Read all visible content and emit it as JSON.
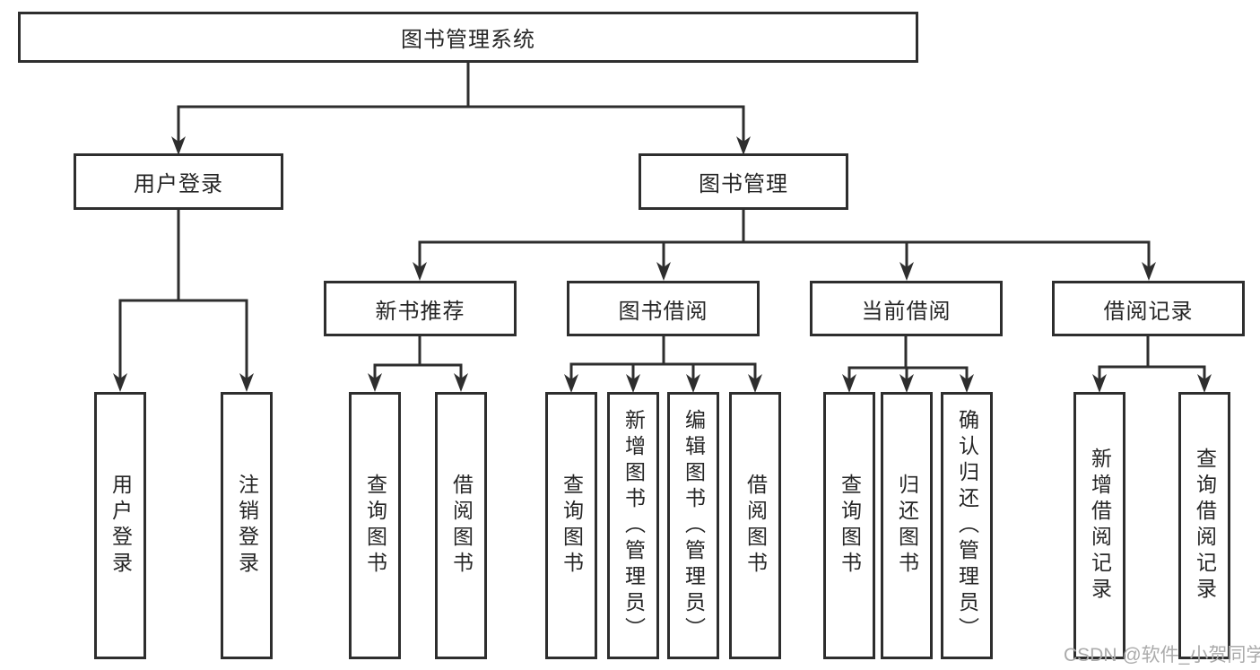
{
  "root": {
    "label": "图书管理系统"
  },
  "level2": [
    {
      "label": "用户登录"
    },
    {
      "label": "图书管理"
    }
  ],
  "level3": [
    {
      "label": "新书推荐"
    },
    {
      "label": "图书借阅"
    },
    {
      "label": "当前借阅"
    },
    {
      "label": "借阅记录"
    }
  ],
  "leaves": {
    "user_login": [
      {
        "label": "用户登录"
      },
      {
        "label": "注销登录"
      }
    ],
    "new_book_recommend": [
      {
        "label": "查询图书"
      },
      {
        "label": "借阅图书"
      }
    ],
    "book_borrow": [
      {
        "label": "查询图书"
      },
      {
        "label": "新增图书（管理员）"
      },
      {
        "label": "编辑图书（管理员）"
      },
      {
        "label": "借阅图书"
      }
    ],
    "current_borrow": [
      {
        "label": "查询图书"
      },
      {
        "label": "归还图书"
      },
      {
        "label": "确认归还（管理员）"
      }
    ],
    "borrow_record": [
      {
        "label": "新增借阅记录"
      },
      {
        "label": "查询借阅记录"
      }
    ]
  },
  "watermark": {
    "text": "CSDN @软件_小贺同学"
  },
  "colors": {
    "line": "#2e2e2e",
    "text": "#262626",
    "background": "#ffffff"
  }
}
